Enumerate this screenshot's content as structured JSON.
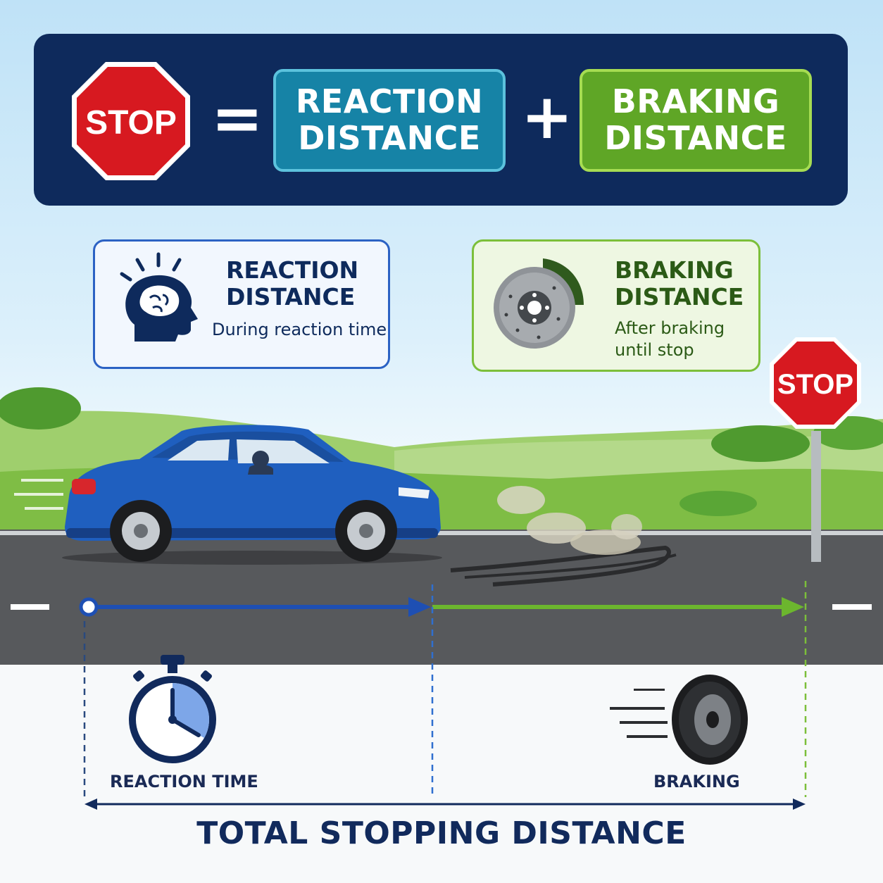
{
  "equation": {
    "stop_sign": "STOP",
    "equals": "=",
    "plus": "+",
    "reaction_line1": "REACTION",
    "reaction_line2": "DISTANCE",
    "braking_line1": "BRAKING",
    "braking_line2": "DISTANCE"
  },
  "cards": {
    "reaction": {
      "title_line1": "REACTION",
      "title_line2": "DISTANCE",
      "subtitle": "During reaction time",
      "icon": "head-brain-icon"
    },
    "braking": {
      "title_line1": "BRAKING",
      "title_line2": "DISTANCE",
      "subtitle_line1": "After braking",
      "subtitle_line2": "until stop",
      "icon": "brake-disc-icon"
    }
  },
  "road_sign": "STOP",
  "bottom": {
    "reaction_time_label": "REACTION TIME",
    "braking_label": "BRAKING",
    "total_label": "TOTAL STOPPING DISTANCE",
    "reaction_icon": "stopwatch-icon",
    "braking_icon": "tire-icon"
  },
  "colors": {
    "navy": "#0e2a5c",
    "reaction_blue": "#1683a6",
    "braking_green": "#5fa626",
    "stop_red": "#d71920",
    "car_blue": "#1f5fbf"
  }
}
